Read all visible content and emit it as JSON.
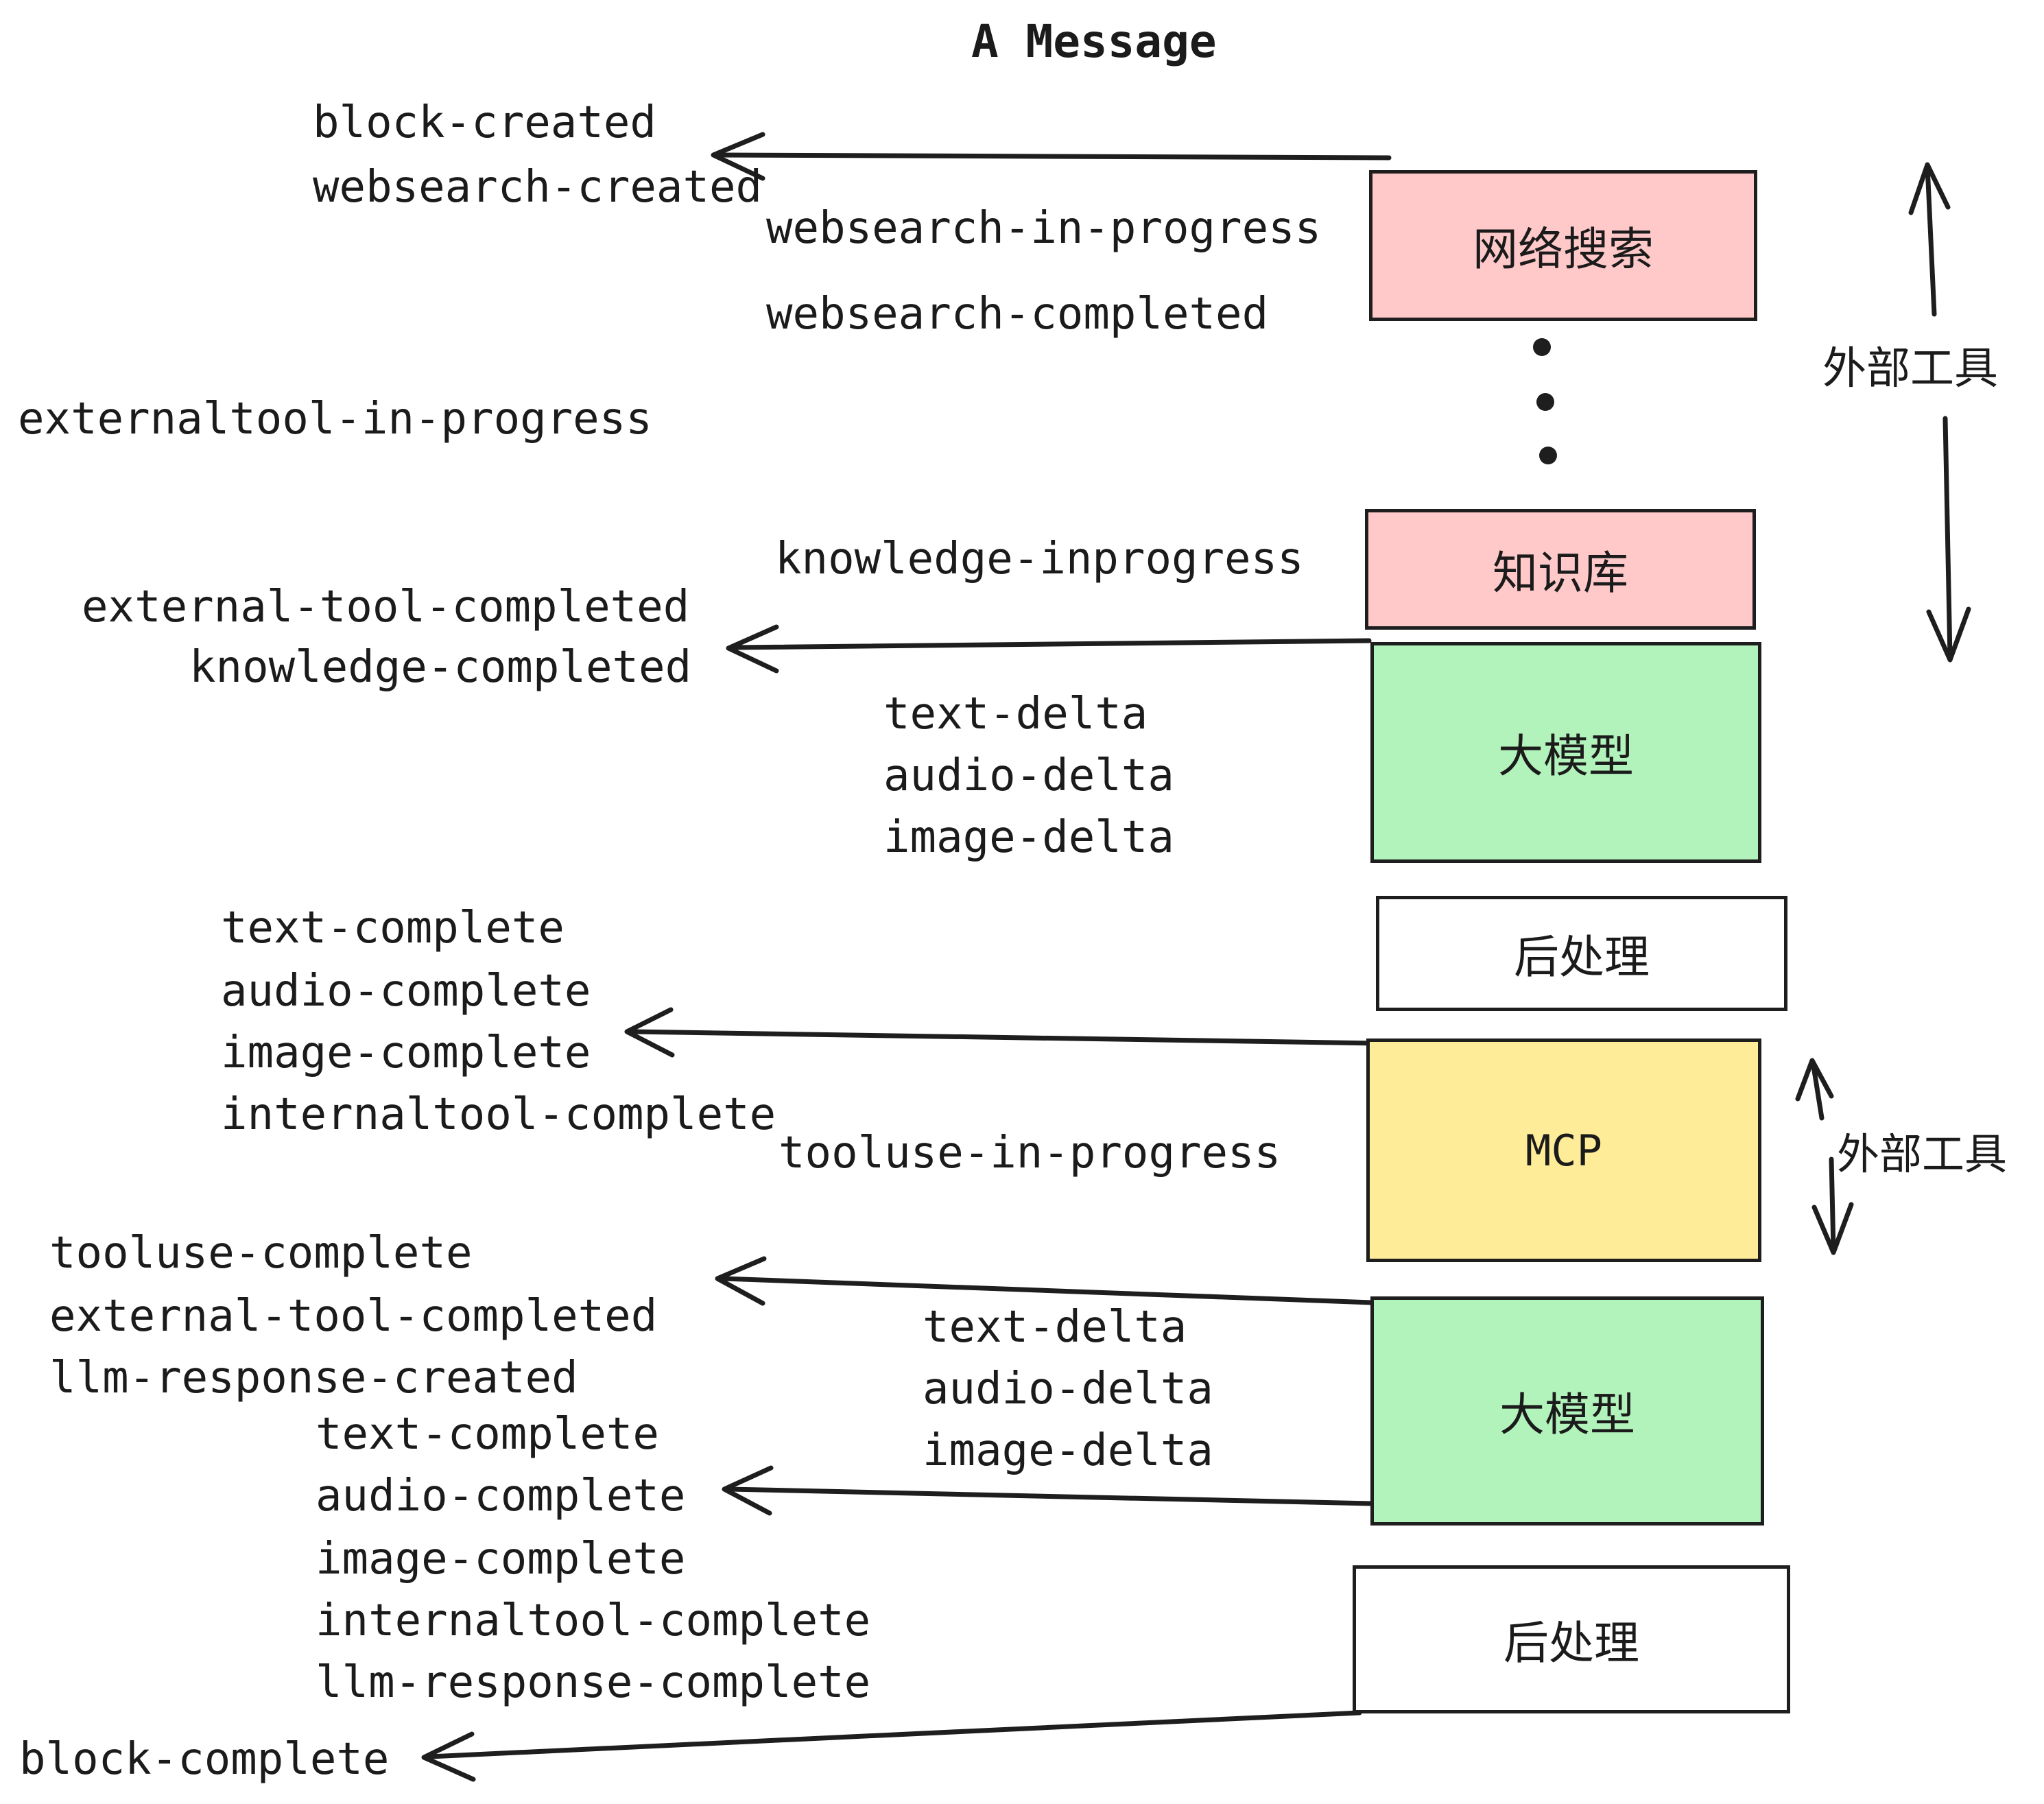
{
  "title": "A Message",
  "boxes": {
    "websearch": {
      "label": "网络搜索",
      "color": "#ffc9c9"
    },
    "knowledge": {
      "label": "知识库",
      "color": "#ffc9c9"
    },
    "llm1": {
      "label": "大模型",
      "color": "#b2f2bb"
    },
    "postprocess1": {
      "label": "后处理",
      "color": "#ffffff"
    },
    "mcp": {
      "label": "MCP",
      "color": "#ffec99"
    },
    "llm2": {
      "label": "大模型",
      "color": "#b2f2bb"
    },
    "postprocess2": {
      "label": "后处理",
      "color": "#ffffff"
    }
  },
  "side_labels": {
    "external_tools_top": "外部工具",
    "external_tools_mid": "外部工具"
  },
  "events": {
    "block_created": "block-created",
    "websearch_created": "websearch-created",
    "websearch_in_progress": "websearch-in-progress",
    "websearch_completed": "websearch-completed",
    "externaltool_in_progress": "externaltool-in-progress",
    "knowledge_inprogress": "knowledge-inprogress",
    "external_tool_completed_1": "external-tool-completed",
    "knowledge_completed": "knowledge-completed",
    "text_delta_1": "text-delta",
    "audio_delta_1": "audio-delta",
    "image_delta_1": "image-delta",
    "text_complete_1": "text-complete",
    "audio_complete_1": "audio-complete",
    "image_complete_1": "image-complete",
    "internaltool_complete_1": "internaltool-complete",
    "tooluse_in_progress": "tooluse-in-progress",
    "tooluse_complete": "tooluse-complete",
    "external_tool_completed_2": "external-tool-completed",
    "llm_response_created": "llm-response-created",
    "text_delta_2": "text-delta",
    "audio_delta_2": "audio-delta",
    "image_delta_2": "image-delta",
    "text_complete_2": "text-complete",
    "audio_complete_2": "audio-complete",
    "image_complete_2": "image-complete",
    "internaltool_complete_2": "internaltool-complete",
    "llm_response_complete": "llm-response-complete",
    "block_complete": "block-complete"
  },
  "colors": {
    "stroke": "#1e1e1e",
    "box_pink": "#ffc9c9",
    "box_green": "#b2f2bb",
    "box_yellow": "#ffec99",
    "box_white": "#ffffff"
  }
}
